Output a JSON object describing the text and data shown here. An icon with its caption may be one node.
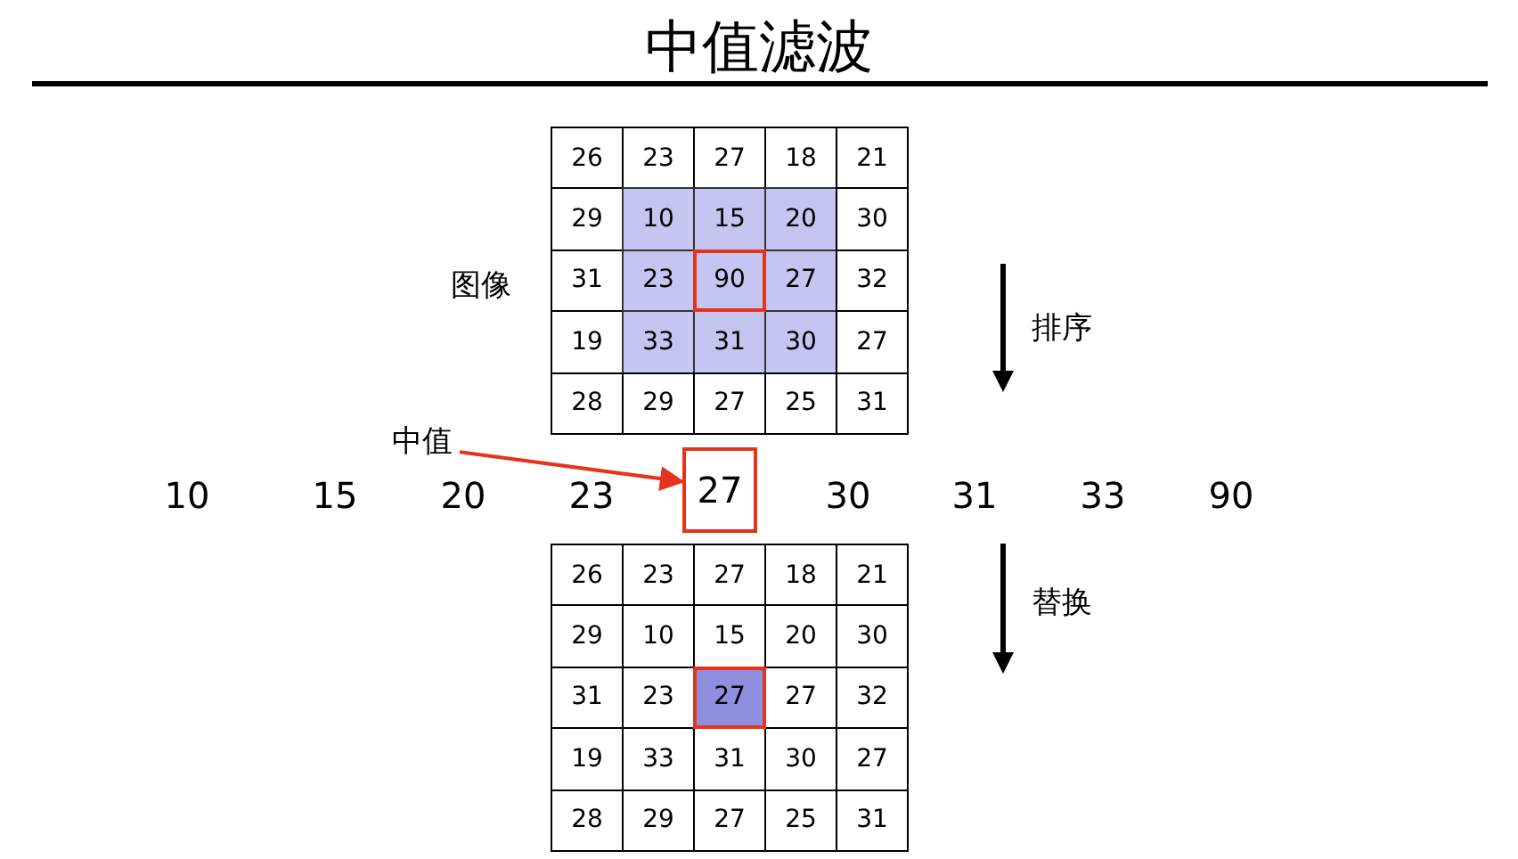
{
  "diagram": {
    "title": "中值滤波",
    "nodes": [
      {
        "text": [
          "中值"
        ]
      },
      {
        "text": [
          "27"
        ]
      }
    ],
    "edges": [
      {
        "from": 0,
        "to": 1,
        "arrow": "to",
        "color": "#e8331c"
      }
    ],
    "labels": [
      "26",
      "23",
      "27",
      "18",
      "21",
      "29",
      "10",
      "15",
      "20",
      "30",
      "31",
      "23",
      "90",
      "27",
      "32",
      "19",
      "33",
      "31",
      "30",
      "27",
      "28",
      "29",
      "27",
      "25",
      "31",
      "图像",
      "排序",
      "10",
      "15",
      "20",
      "23",
      "30",
      "31",
      "33",
      "90",
      "26",
      "23",
      "27",
      "18",
      "21",
      "29",
      "10",
      "15",
      "20",
      "30",
      "31",
      "23",
      "27",
      "27",
      "32",
      "19",
      "33",
      "31",
      "30",
      "27",
      "28",
      "29",
      "27",
      "25",
      "31",
      "替换"
    ]
  }
}
